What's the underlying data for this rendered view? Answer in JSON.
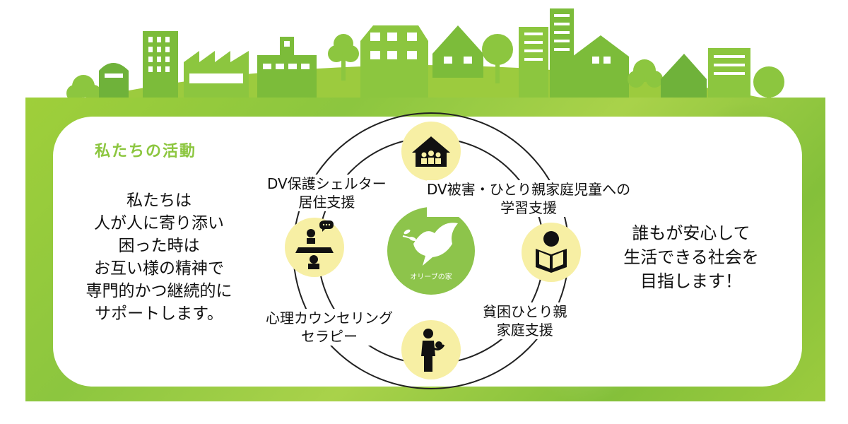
{
  "section_title": "私たちの活動",
  "mission": [
    "私たちは",
    "人が人に寄り添い",
    "困った時は",
    "お互い様の精神で",
    "専門的かつ継続的に",
    "サポートします。"
  ],
  "goal": [
    "誰もが安心して",
    "生活できる社会を",
    "目指します！"
  ],
  "activities": [
    {
      "lines": [
        "DV保護シェルター",
        "居住支援"
      ],
      "icon": "house-icon"
    },
    {
      "lines": [
        "DV被害・ひとり親家庭児童への",
        "学習支援"
      ],
      "icon": "reading-child-icon"
    },
    {
      "lines": [
        "貧困ひとり親",
        "家庭支援"
      ],
      "icon": "parent-with-baby-icon"
    },
    {
      "lines": [
        "心理カウンセリング",
        "セラピー"
      ],
      "icon": "counseling-icon"
    }
  ],
  "logo_text": "オリーブの家",
  "colors": {
    "green": "#8cc63f",
    "logo_green": "#8dc44b",
    "icon_circle": "#f7efa4",
    "text": "#111111"
  }
}
